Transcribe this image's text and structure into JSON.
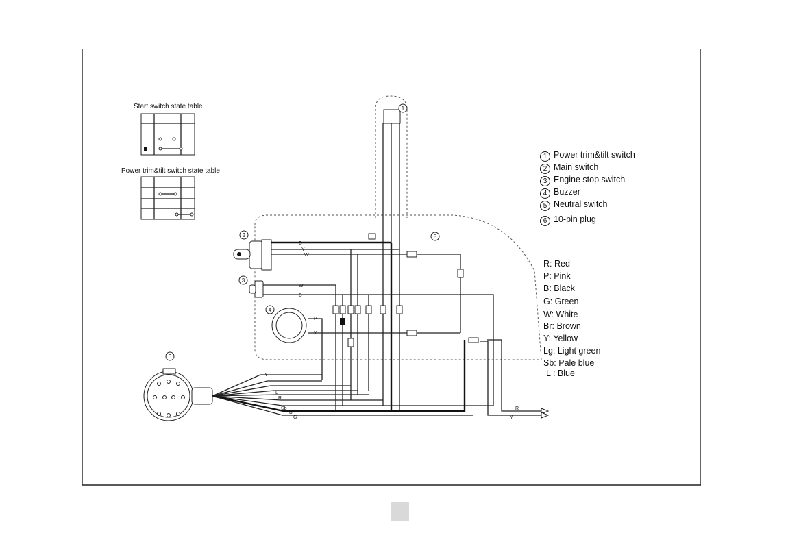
{
  "tables": {
    "start_title": "Start switch state table",
    "trim_title": "Power trim&tilt switch state table"
  },
  "legend": [
    {
      "num": "1",
      "label": "Power trim&tilt switch"
    },
    {
      "num": "2",
      "label": "Main switch"
    },
    {
      "num": "3",
      "label": "Engine stop switch"
    },
    {
      "num": "4",
      "label": "Buzzer"
    },
    {
      "num": "5",
      "label": "Neutral switch"
    },
    {
      "num": "6",
      "label": "10-pin plug"
    }
  ],
  "colors": [
    "R: Red",
    "P: Pink",
    "B: Black",
    "G: Green",
    "W: White",
    "Br: Brown",
    "Y: Yellow",
    "Lg: Light green",
    "Sb: Pale blue",
    "L : Blue"
  ],
  "callouts": [
    "1",
    "2",
    "3",
    "4",
    "5",
    "6"
  ],
  "wire_labels": {
    "w_sw_b": "B",
    "w_sw_y": "Y",
    "w_sw_w": "W",
    "w_stop_w": "W",
    "w_stop_b": "B",
    "w_buz_p": "P",
    "w_buz_y": "Y",
    "w_plug_y": "Y",
    "w_plug_l": "L",
    "w_plug_r": "R",
    "w_plug_sb": "Sb",
    "w_plug_br": "Br",
    "w_plug_g": "G",
    "w_out_r": "R",
    "w_out_y": "Y"
  }
}
